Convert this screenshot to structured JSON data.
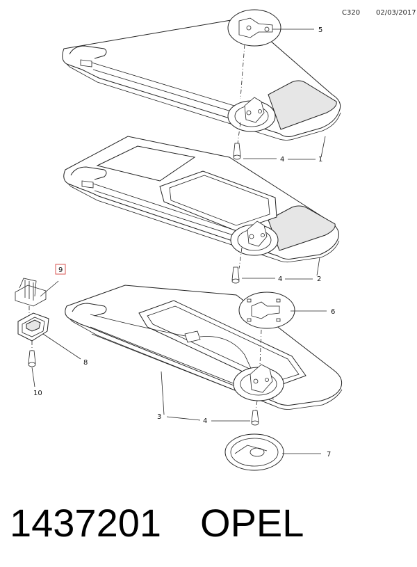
{
  "header": {
    "code": "C320",
    "date": "02/03/2017"
  },
  "callouts": {
    "c1": "1",
    "c2": "2",
    "c3": "3",
    "c4a": "4",
    "c4b": "4",
    "c4c": "4",
    "c5": "5",
    "c6": "6",
    "c7": "7",
    "c8": "8",
    "c9": "9",
    "c10": "10"
  },
  "highlight_color": "#d9534f",
  "footer": {
    "part_number": "1437201",
    "brand": "OPEL"
  }
}
